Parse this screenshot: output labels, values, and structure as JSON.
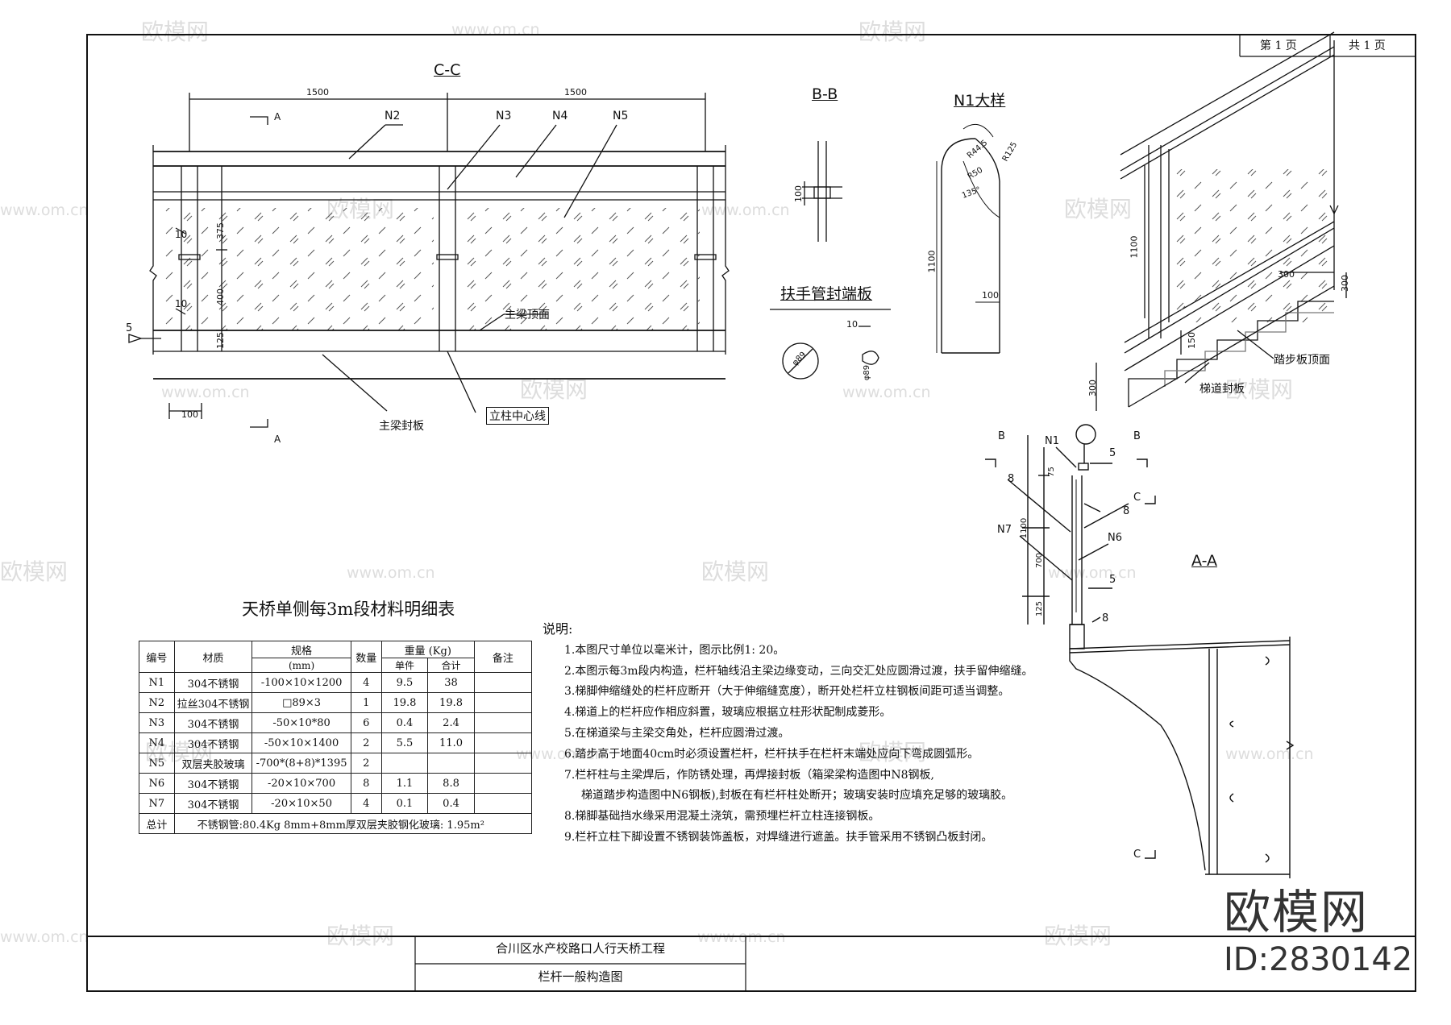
{
  "page": {
    "page_no": "第 1 页",
    "page_total": "共 1 页"
  },
  "views": {
    "cc_title": "C-C",
    "bb_title": "B-B",
    "n1_title": "N1大样",
    "aa_title": "A-A",
    "endplate_title": "扶手管封端板"
  },
  "cc": {
    "dim_span1": "1500",
    "dim_span2": "1500",
    "dim_375": "375",
    "dim_400": "400",
    "dim_125": "125",
    "dim_100": "100",
    "dim_10a": "10",
    "dim_10b": "10",
    "weld": "5",
    "lbl_n2": "N2",
    "lbl_n3": "N3",
    "lbl_n4": "N4",
    "lbl_n5": "N5",
    "lbl_beam_top": "主梁顶面",
    "lbl_beam_seal": "主梁封板",
    "lbl_post_center": "立柱中心线",
    "sec_a": "A",
    "sec_a2": "A"
  },
  "bb": {
    "dim_100": "100"
  },
  "endplate": {
    "dim_10": "10",
    "dia1": "φ89",
    "dia2": "φ89"
  },
  "n1": {
    "r44": "R44.5",
    "r125": "R125",
    "r50": "R50",
    "ang": "135°",
    "dim_1100": "1100",
    "dim_100": "100"
  },
  "stair": {
    "dim_1100": "1100",
    "dim_300a": "300",
    "dim_300b": "300",
    "dim_150": "150",
    "dim_300c": "300",
    "lbl_tread": "踏步板顶面",
    "lbl_seal": "梯道封板"
  },
  "aa": {
    "sec_b1": "B",
    "sec_b2": "B",
    "sec_c1": "C",
    "sec_c2": "C",
    "lbl_n1": "N1",
    "lbl_n6": "N6",
    "lbl_n7": "N7",
    "w5a": "5",
    "w5b": "5",
    "w8a": "8",
    "w8b": "8",
    "w8c": "8",
    "d75": "75",
    "d1100": "1100",
    "d700": "700",
    "d125": "125"
  },
  "table": {
    "title": "天桥单侧每3m段材料明细表",
    "headers": {
      "no": "编号",
      "material": "材质",
      "spec": "规格",
      "spec_unit": "(mm)",
      "qty": "数量",
      "weight": "重量  (Kg)",
      "unit": "单件",
      "total": "合计",
      "remark": "备注"
    },
    "rows": [
      {
        "no": "N1",
        "material": "304不锈钢",
        "spec": "-100×10×1200",
        "qty": "4",
        "unit": "9.5",
        "total": "38",
        "remark": ""
      },
      {
        "no": "N2",
        "material": "拉丝304不锈钢",
        "spec": "□89×3",
        "qty": "1",
        "unit": "19.8",
        "total": "19.8",
        "remark": ""
      },
      {
        "no": "N3",
        "material": "304不锈钢",
        "spec": "-50×10*80",
        "qty": "6",
        "unit": "0.4",
        "total": "2.4",
        "remark": ""
      },
      {
        "no": "N4",
        "material": "304不锈钢",
        "spec": "-50×10×1400",
        "qty": "2",
        "unit": "5.5",
        "total": "11.0",
        "remark": ""
      },
      {
        "no": "N5",
        "material": "双层夹胶玻璃",
        "spec": "-700*(8+8)*1395",
        "qty": "2",
        "unit": "",
        "total": "",
        "remark": ""
      },
      {
        "no": "N6",
        "material": "304不锈钢",
        "spec": "-20×10×700",
        "qty": "8",
        "unit": "1.1",
        "total": "8.8",
        "remark": ""
      },
      {
        "no": "N7",
        "material": "304不锈钢",
        "spec": "-20×10×50",
        "qty": "4",
        "unit": "0.1",
        "total": "0.4",
        "remark": ""
      }
    ],
    "total_label": "总计",
    "total_text": "不锈钢管:80.4Kg    8mm+8mm厚双层夹胶钢化玻璃: 1.95m²"
  },
  "notes": {
    "title": "说明:",
    "items": [
      "1.本图尺寸单位以毫米计，图示比例1: 20。",
      "2.本图示每3m段内构造，栏杆轴线沿主梁边缘变动，三向交汇处应圆滑过渡，扶手留伸缩缝。",
      "3.梯脚伸缩缝处的栏杆应断开（大于伸缩缝宽度），断开处栏杆立柱钢板间距可适当调整。",
      "4.梯道上的栏杆应作相应斜置，玻璃应根据立柱形状配制成菱形。",
      "5.在梯道梁与主梁交角处，栏杆应圆滑过渡。",
      "6.踏步高于地面40cm时必须设置栏杆，栏杆扶手在栏杆末端处应向下弯成圆弧形。",
      "7.栏杆柱与主梁焊后，作防锈处理，再焊接封板（箱梁梁构造图中N8钢板,",
      "梯道踏步构造图中N6钢板),封板在有栏杆柱处断开；玻璃安装时应填充足够的玻璃胶。",
      "8.梯脚基础挡水缘采用混凝土浇筑，需预埋栏杆立柱连接钢板。",
      "9.栏杆立柱下脚设置不锈钢装饰盖板，对焊缝进行遮盖。扶手管采用不锈钢凸板封闭。"
    ]
  },
  "title_block": {
    "project": "合川区水产校路口人行天桥工程",
    "drawing": "栏杆一般构造图"
  },
  "brand": {
    "name": "欧模网",
    "id": "ID:2830142",
    "watermark": "欧模网",
    "watermark_url": "www.om.cn"
  }
}
